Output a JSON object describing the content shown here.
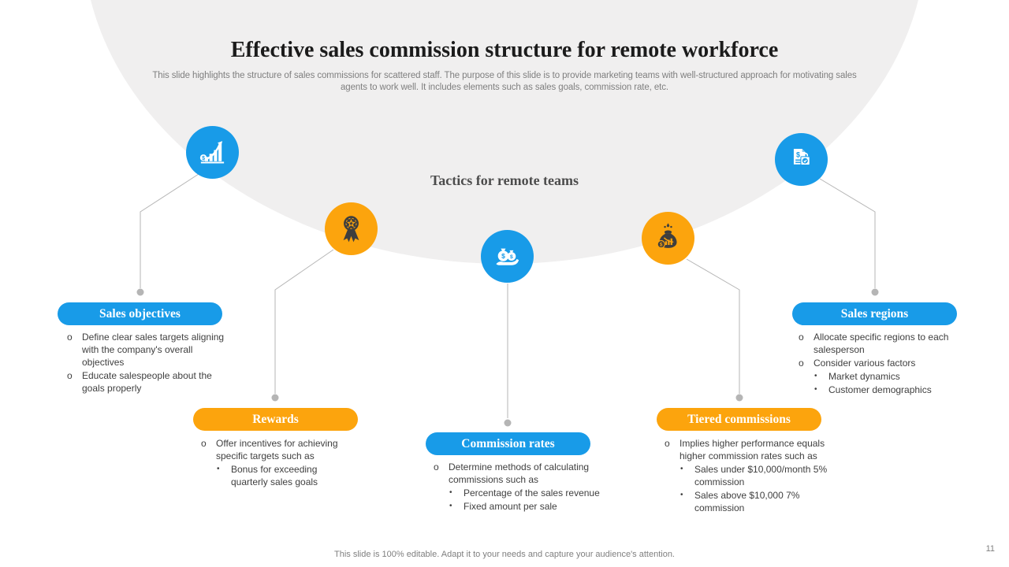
{
  "slide": {
    "title": "Effective sales commission structure for remote workforce",
    "subtitle": "This slide highlights the structure of sales commissions for scattered staff. The purpose of this slide is to provide marketing teams with well-structured approach for motivating sales agents to work well. It includes elements such as sales goals, commission rate, etc.",
    "center_label": "Tactics for remote teams",
    "footer": "This slide is 100% editable. Adapt it to your needs and capture your audience's attention.",
    "page_number": "11"
  },
  "bullet_markers": {
    "level1": "o",
    "level2": "•"
  },
  "colors": {
    "blue": "#189BE8",
    "orange": "#FCA40D",
    "icon_dark": "#3E3E3E",
    "ellipse": "#F0EFEF",
    "line": "#B5B5B5",
    "title": "#1B1B1B",
    "body": "#3F3F3F",
    "muted": "#7F7F7F"
  },
  "items": [
    {
      "id": "sales-objectives",
      "label": "Sales objectives",
      "color": "blue",
      "icon": "growth-chart-icon",
      "bullets": [
        {
          "text": "Define clear sales targets aligning with the company's overall objectives"
        },
        {
          "text": "Educate salespeople about the goals properly"
        }
      ]
    },
    {
      "id": "rewards",
      "label": "Rewards",
      "color": "orange",
      "icon": "award-ribbon-icon",
      "bullets": [
        {
          "text": "Offer incentives for achieving specific targets such as",
          "sub": [
            "Bonus for exceeding quarterly sales goals"
          ]
        }
      ]
    },
    {
      "id": "commission-rates",
      "label": "Commission rates",
      "color": "blue",
      "icon": "money-bags-hand-icon",
      "bullets": [
        {
          "text": "Determine methods of calculating commissions such as",
          "sub": [
            "Percentage of the sales revenue",
            "Fixed amount per sale"
          ]
        }
      ]
    },
    {
      "id": "tiered-commissions",
      "label": "Tiered commissions",
      "color": "orange",
      "icon": "money-bag-chart-icon",
      "bullets": [
        {
          "text": "Implies higher performance equals higher commission rates such as",
          "sub": [
            "Sales under $10,000/month 5% commission",
            "Sales above $10,000 7% commission"
          ]
        }
      ]
    },
    {
      "id": "sales-regions",
      "label": "Sales regions",
      "color": "blue",
      "icon": "invoice-shopping-bag-icon",
      "bullets": [
        {
          "text": "Allocate specific regions to each salesperson"
        },
        {
          "text": "Consider various factors",
          "sub": [
            "Market dynamics",
            "Customer demographics"
          ]
        }
      ]
    }
  ]
}
